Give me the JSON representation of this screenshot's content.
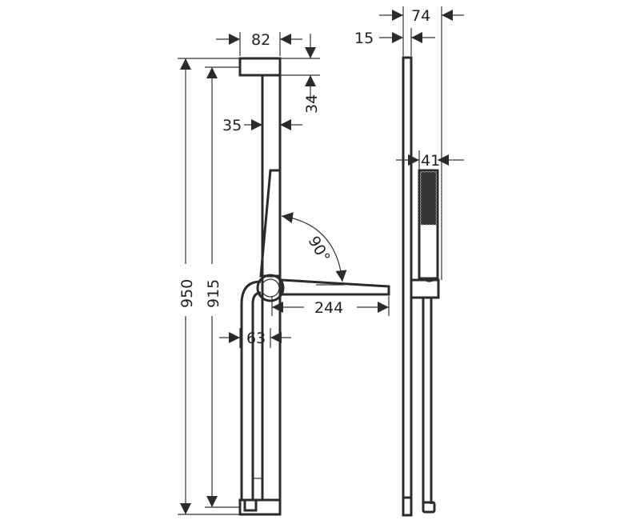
{
  "drawing": {
    "type": "technical-dimension-drawing",
    "subject": "shower rail with hand shower and shelf",
    "units": "mm",
    "colors": {
      "line": "#2b2b2b",
      "background": "#ffffff"
    },
    "front_view": {
      "dimensions": {
        "top_width": "82",
        "top_height": "34",
        "rail_width": "35",
        "total_height": "950",
        "rail_length": "915",
        "shelf_depth": "244",
        "holder_width": "63",
        "tilt_angle": "90°"
      }
    },
    "side_view": {
      "dimensions": {
        "total_depth": "74",
        "rail_depth": "15",
        "shower_head_width": "41"
      }
    }
  }
}
